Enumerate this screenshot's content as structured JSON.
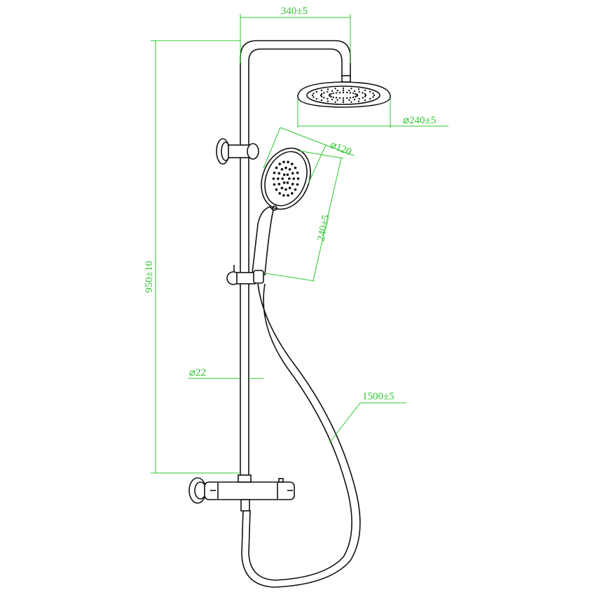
{
  "drawing": {
    "dimensions": {
      "top_arm_width": "340±5",
      "overhead_diameter": "⌀240±5",
      "hand_shower_diameter": "⌀120",
      "hand_shower_length": "240±5",
      "total_height": "950±10",
      "pipe_diameter": "⌀22",
      "hose_length": "1500±5"
    },
    "colors": {
      "lines": "#111111",
      "dimensions": "#2fc52f"
    }
  }
}
